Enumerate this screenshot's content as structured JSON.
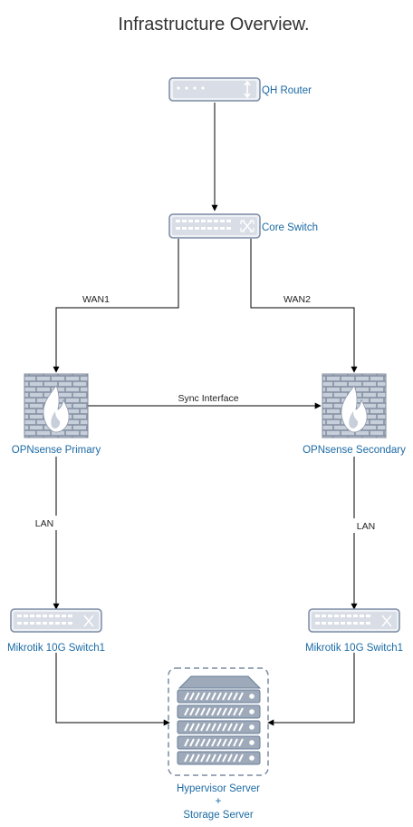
{
  "title": "Infrastructure Overview.",
  "nodes": {
    "router": {
      "label": "QH Router",
      "icon": "router-icon"
    },
    "core_switch": {
      "label": "Core Switch",
      "icon": "switch-icon"
    },
    "opn_primary": {
      "label": "OPNsense Primary",
      "icon": "firewall-icon"
    },
    "opn_secondary": {
      "label": "OPNsense Secondary",
      "icon": "firewall-icon"
    },
    "mikrotik_left": {
      "label": "Mikrotik 10G Switch1",
      "icon": "switch-icon"
    },
    "mikrotik_right": {
      "label": "Mikrotik 10G Switch1",
      "icon": "switch-icon"
    },
    "server": {
      "label_line1": "Hypervisor Server",
      "label_line2": "+",
      "label_line3": "Storage Server",
      "icon": "server-rack-icon"
    }
  },
  "edges": {
    "wan1": "WAN1",
    "wan2": "WAN2",
    "sync": "Sync Interface",
    "lan_left": "LAN",
    "lan_right": "LAN"
  },
  "colors": {
    "label": "#1b6aa5",
    "device_fill": "#dfe3ea",
    "device_stroke": "#6a7f9a",
    "brick": "#8e9aac",
    "flame": "#ffffff"
  }
}
